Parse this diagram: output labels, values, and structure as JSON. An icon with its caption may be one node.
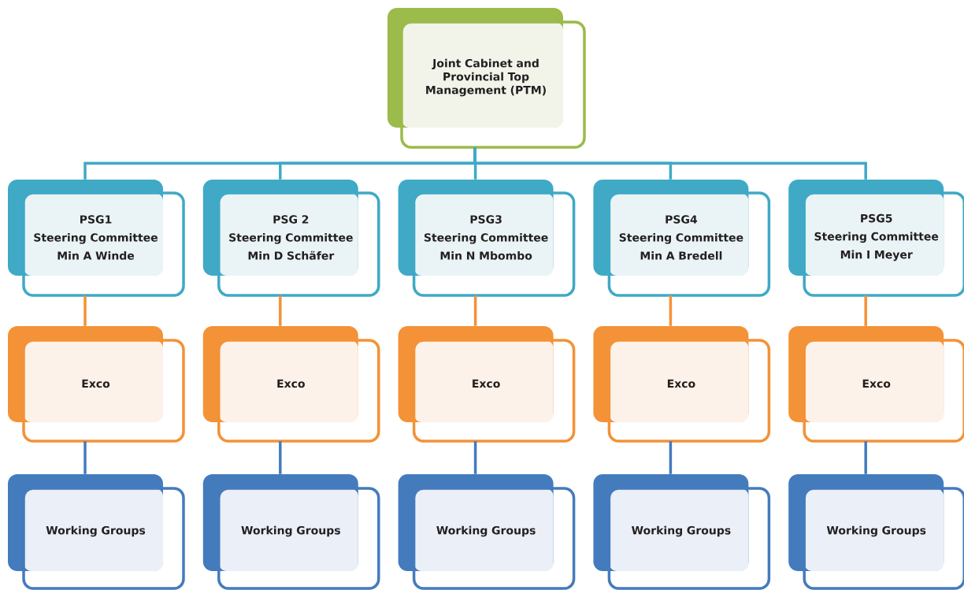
{
  "diagram": {
    "nodes": [
      {
        "text": [
          "Joint Cabinet and Provincial Top Management (PTM)"
        ]
      },
      {
        "text": [
          "PSG1",
          "Steering Committee",
          "Min A Winde"
        ]
      },
      {
        "text": [
          "PSG 2",
          "Steering Committee",
          "Min D Schäfer"
        ]
      },
      {
        "text": [
          "PSG3",
          "Steering Committee",
          "Min N Mbombo"
        ]
      },
      {
        "text": [
          "PSG4",
          "Steering Committee",
          "Min A Bredell"
        ]
      },
      {
        "text": [
          "PSG5",
          "Steering Committee",
          "Min I Meyer"
        ]
      },
      {
        "text": [
          "Exco"
        ]
      },
      {
        "text": [
          "Exco"
        ]
      },
      {
        "text": [
          "Exco"
        ]
      },
      {
        "text": [
          "Exco"
        ]
      },
      {
        "text": [
          "Exco"
        ]
      },
      {
        "text": [
          "Working Groups"
        ]
      },
      {
        "text": [
          "Working Groups"
        ]
      },
      {
        "text": [
          "Working Groups"
        ]
      },
      {
        "text": [
          "Working Groups"
        ]
      },
      {
        "text": [
          "Working Groups"
        ]
      }
    ],
    "edges": [
      {
        "from": 0,
        "to": 1,
        "arrow": "none",
        "color": "#3fa9c6"
      },
      {
        "from": 0,
        "to": 2,
        "arrow": "none",
        "color": "#3fa9c6"
      },
      {
        "from": 0,
        "to": 3,
        "arrow": "none",
        "color": "#3fa9c6"
      },
      {
        "from": 0,
        "to": 4,
        "arrow": "none",
        "color": "#3fa9c6"
      },
      {
        "from": 0,
        "to": 5,
        "arrow": "none",
        "color": "#3fa9c6"
      },
      {
        "from": 1,
        "to": 6,
        "arrow": "none",
        "color": "#f39237"
      },
      {
        "from": 2,
        "to": 7,
        "arrow": "none",
        "color": "#f39237"
      },
      {
        "from": 3,
        "to": 8,
        "arrow": "none",
        "color": "#f39237"
      },
      {
        "from": 4,
        "to": 9,
        "arrow": "none",
        "color": "#f39237"
      },
      {
        "from": 5,
        "to": 10,
        "arrow": "none",
        "color": "#f39237"
      },
      {
        "from": 6,
        "to": 11,
        "arrow": "none",
        "color": "#447bbd"
      },
      {
        "from": 7,
        "to": 12,
        "arrow": "none",
        "color": "#447bbd"
      },
      {
        "from": 8,
        "to": 13,
        "arrow": "none",
        "color": "#447bbd"
      },
      {
        "from": 9,
        "to": 14,
        "arrow": "none",
        "color": "#447bbd"
      },
      {
        "from": 10,
        "to": 15,
        "arrow": "none",
        "color": "#447bbd"
      }
    ]
  }
}
